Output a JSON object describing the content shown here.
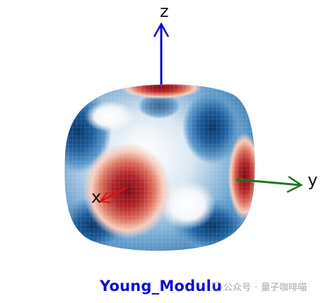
{
  "figure": {
    "axes": {
      "z": {
        "label": "z",
        "color": "#0b0bd6"
      },
      "y": {
        "label": "y",
        "color": "#1a7a1a"
      },
      "x": {
        "label": "x",
        "color": "#e01010"
      }
    },
    "surface": {
      "shape": "rounded cube",
      "colormap": "RdBu (red = high, blue = low)",
      "high_color": "#8b0c14",
      "low_color": "#0d3f7a"
    },
    "caption": {
      "text": "Young_Modulu",
      "color": "#1010d0"
    }
  },
  "watermark": {
    "left": "公众号",
    "dot": "·",
    "right": "量子咖啡喵"
  }
}
